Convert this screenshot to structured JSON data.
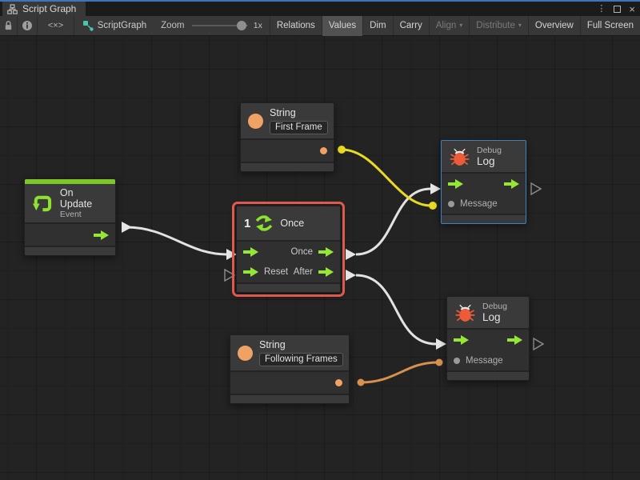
{
  "window": {
    "tab_title": "Script Graph",
    "controls": {
      "menu": "⋮",
      "close": "×"
    }
  },
  "toolbar": {
    "code_glyph": "<×>",
    "graph_name": "ScriptGraph",
    "zoom_label": "Zoom",
    "zoom_value": "1x",
    "caret_glyph": "▾",
    "buttons": [
      {
        "label": "Relations",
        "state": "normal"
      },
      {
        "label": "Values",
        "state": "active"
      },
      {
        "label": "Dim",
        "state": "normal"
      },
      {
        "label": "Carry",
        "state": "normal"
      },
      {
        "label": "Align",
        "state": "disabled",
        "has_caret": true
      },
      {
        "label": "Distribute",
        "state": "disabled",
        "has_caret": true
      },
      {
        "label": "Overview",
        "state": "normal"
      },
      {
        "label": "Full Screen",
        "state": "normal"
      }
    ]
  },
  "graph": {
    "nodes": {
      "string_first": {
        "title": "String",
        "value": "First Frame"
      },
      "debug_top": {
        "subtitle": "Debug",
        "title": "Log",
        "message_label": "Message"
      },
      "on_update": {
        "title": "On Update",
        "subtitle": "Event"
      },
      "once": {
        "icon_number": "1",
        "title": "Once",
        "out_primary_label": "Once",
        "out_secondary_label": "After",
        "reset_label": "Reset"
      },
      "string_following": {
        "title": "String",
        "value": "Following Frames"
      },
      "debug_bottom": {
        "subtitle": "Debug",
        "title": "Log",
        "message_label": "Message"
      }
    },
    "colors": {
      "control_wire": "#e2e2e2",
      "string_wire_top": "#e7da24",
      "string_wire_bottom": "#d8904f",
      "selection_outline": "#df5a4c",
      "highlight_border": "#3e80c4",
      "port_green": "#96e636",
      "string_orange": "#f0a264",
      "bug_red": "#ee5b39",
      "event_green": "#7cc62b"
    }
  }
}
